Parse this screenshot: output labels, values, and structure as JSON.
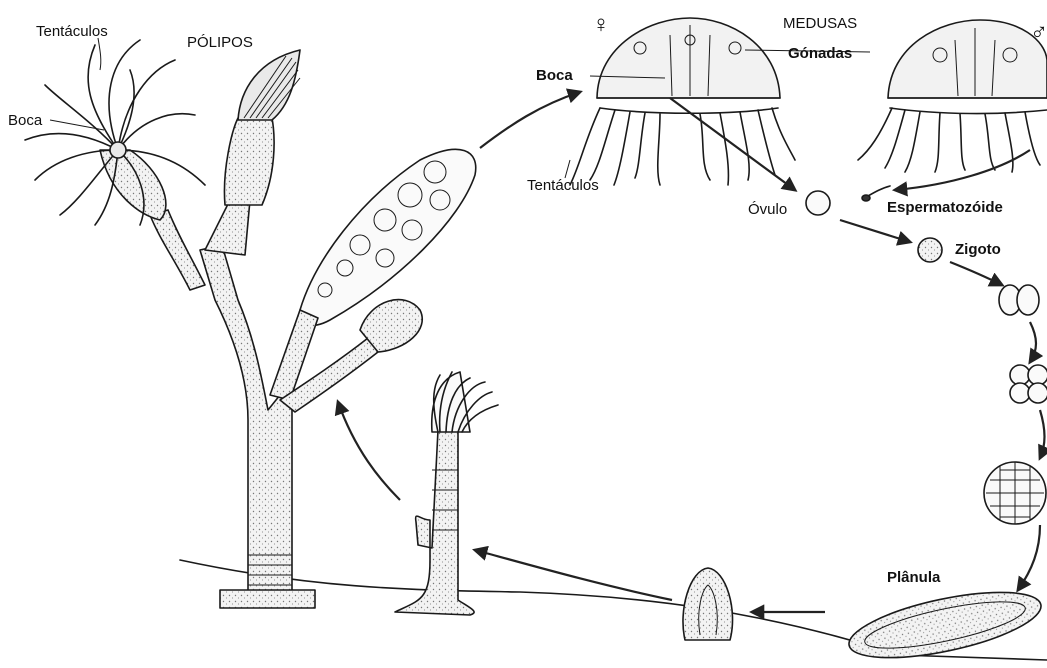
{
  "labels": {
    "tentaculos_polyp": "Tentáculos",
    "polipos": "PÓLIPOS",
    "boca_polyp": "Boca",
    "female_symbol": "♀",
    "medusas": "MEDUSAS",
    "male_symbol": "♂",
    "gonadas": "Gónadas",
    "boca_medusa": "Boca",
    "tentaculos_medusa": "Tentáculos",
    "ovulo": "Óvulo",
    "espermatozoide": "Espermatozóide",
    "zigoto": "Zigoto",
    "planula": "Plânula"
  },
  "colors": {
    "ink": "#1a1a1a",
    "shade": "#e9e9e9",
    "background": "#ffffff"
  }
}
